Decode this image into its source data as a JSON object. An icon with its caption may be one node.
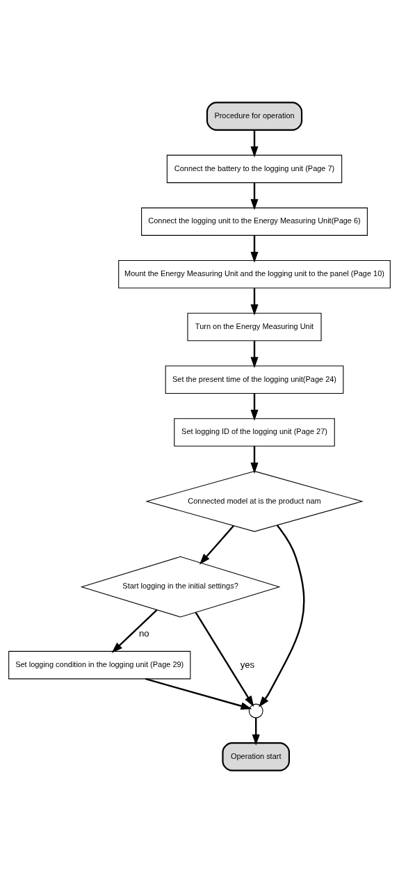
{
  "diagram": {
    "nodes": [
      {
        "text": [
          "Procedure for operation"
        ]
      },
      {
        "text": [
          "Connect the battery to the logging unit (Page 7)"
        ]
      },
      {
        "text": [
          "Connect the logging unit to the Energy Measuring Unit(Page 6)"
        ]
      },
      {
        "text": [
          "Mount the Energy Measuring Unit and the logging unit to the panel (Page 10)"
        ]
      },
      {
        "text": [
          "Turn on the Energy Measuring Unit"
        ]
      },
      {
        "text": [
          "Set the present time of the logging unit(Page 24)"
        ]
      },
      {
        "text": [
          "Set logging ID of the logging unit (Page 27)"
        ]
      },
      {
        "text": [
          "Connected model at is the product nam"
        ]
      },
      {
        "text": [
          "Start logging in the initial settings?"
        ]
      },
      {
        "text": [
          "Set logging condition in the logging unit (Page 29)"
        ]
      },
      {
        "text": [],
        "shape": "circle"
      },
      {
        "text": [
          "Operation start"
        ]
      }
    ],
    "edges": [
      {
        "from": 0,
        "to": 1,
        "arrow": "to"
      },
      {
        "from": 1,
        "to": 2,
        "arrow": "to"
      },
      {
        "from": 2,
        "to": 3,
        "arrow": "to"
      },
      {
        "from": 3,
        "to": 4,
        "arrow": "to"
      },
      {
        "from": 4,
        "to": 5,
        "arrow": "to"
      },
      {
        "from": 5,
        "to": 6,
        "arrow": "to"
      },
      {
        "from": 6,
        "to": 7,
        "arrow": "to"
      },
      {
        "from": 7,
        "to": 10,
        "arrow": "to"
      },
      {
        "from": 7,
        "to": 8,
        "arrow": "to"
      },
      {
        "from": 8,
        "to": 9,
        "label": "no",
        "arrow": "to"
      },
      {
        "from": 8,
        "to": 10,
        "label": "yes",
        "arrow": "to"
      },
      {
        "from": 9,
        "to": 10,
        "arrow": "to"
      },
      {
        "from": 10,
        "to": 11,
        "arrow": "to"
      }
    ]
  }
}
